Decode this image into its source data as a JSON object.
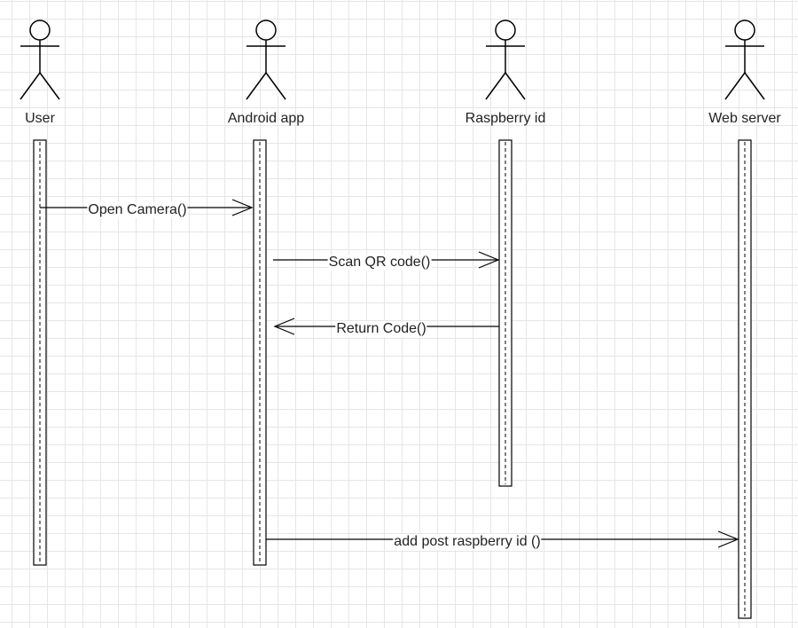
{
  "actors": [
    {
      "name": "User"
    },
    {
      "name": "Android app"
    },
    {
      "name": "Raspberry id"
    },
    {
      "name": "Web server"
    }
  ],
  "messages": [
    {
      "from": "User",
      "to": "Android app",
      "label": "Open Camera()"
    },
    {
      "from": "Android app",
      "to": "Raspberry id",
      "label": "Scan QR code()"
    },
    {
      "from": "Raspberry id",
      "to": "Android app",
      "label": "Return Code()"
    },
    {
      "from": "Android app",
      "to": "Web server",
      "label": "add post raspberry id ()"
    }
  ],
  "colors": {
    "line": "#000000",
    "grid": "#e6e6e6",
    "background": "#ffffff"
  }
}
